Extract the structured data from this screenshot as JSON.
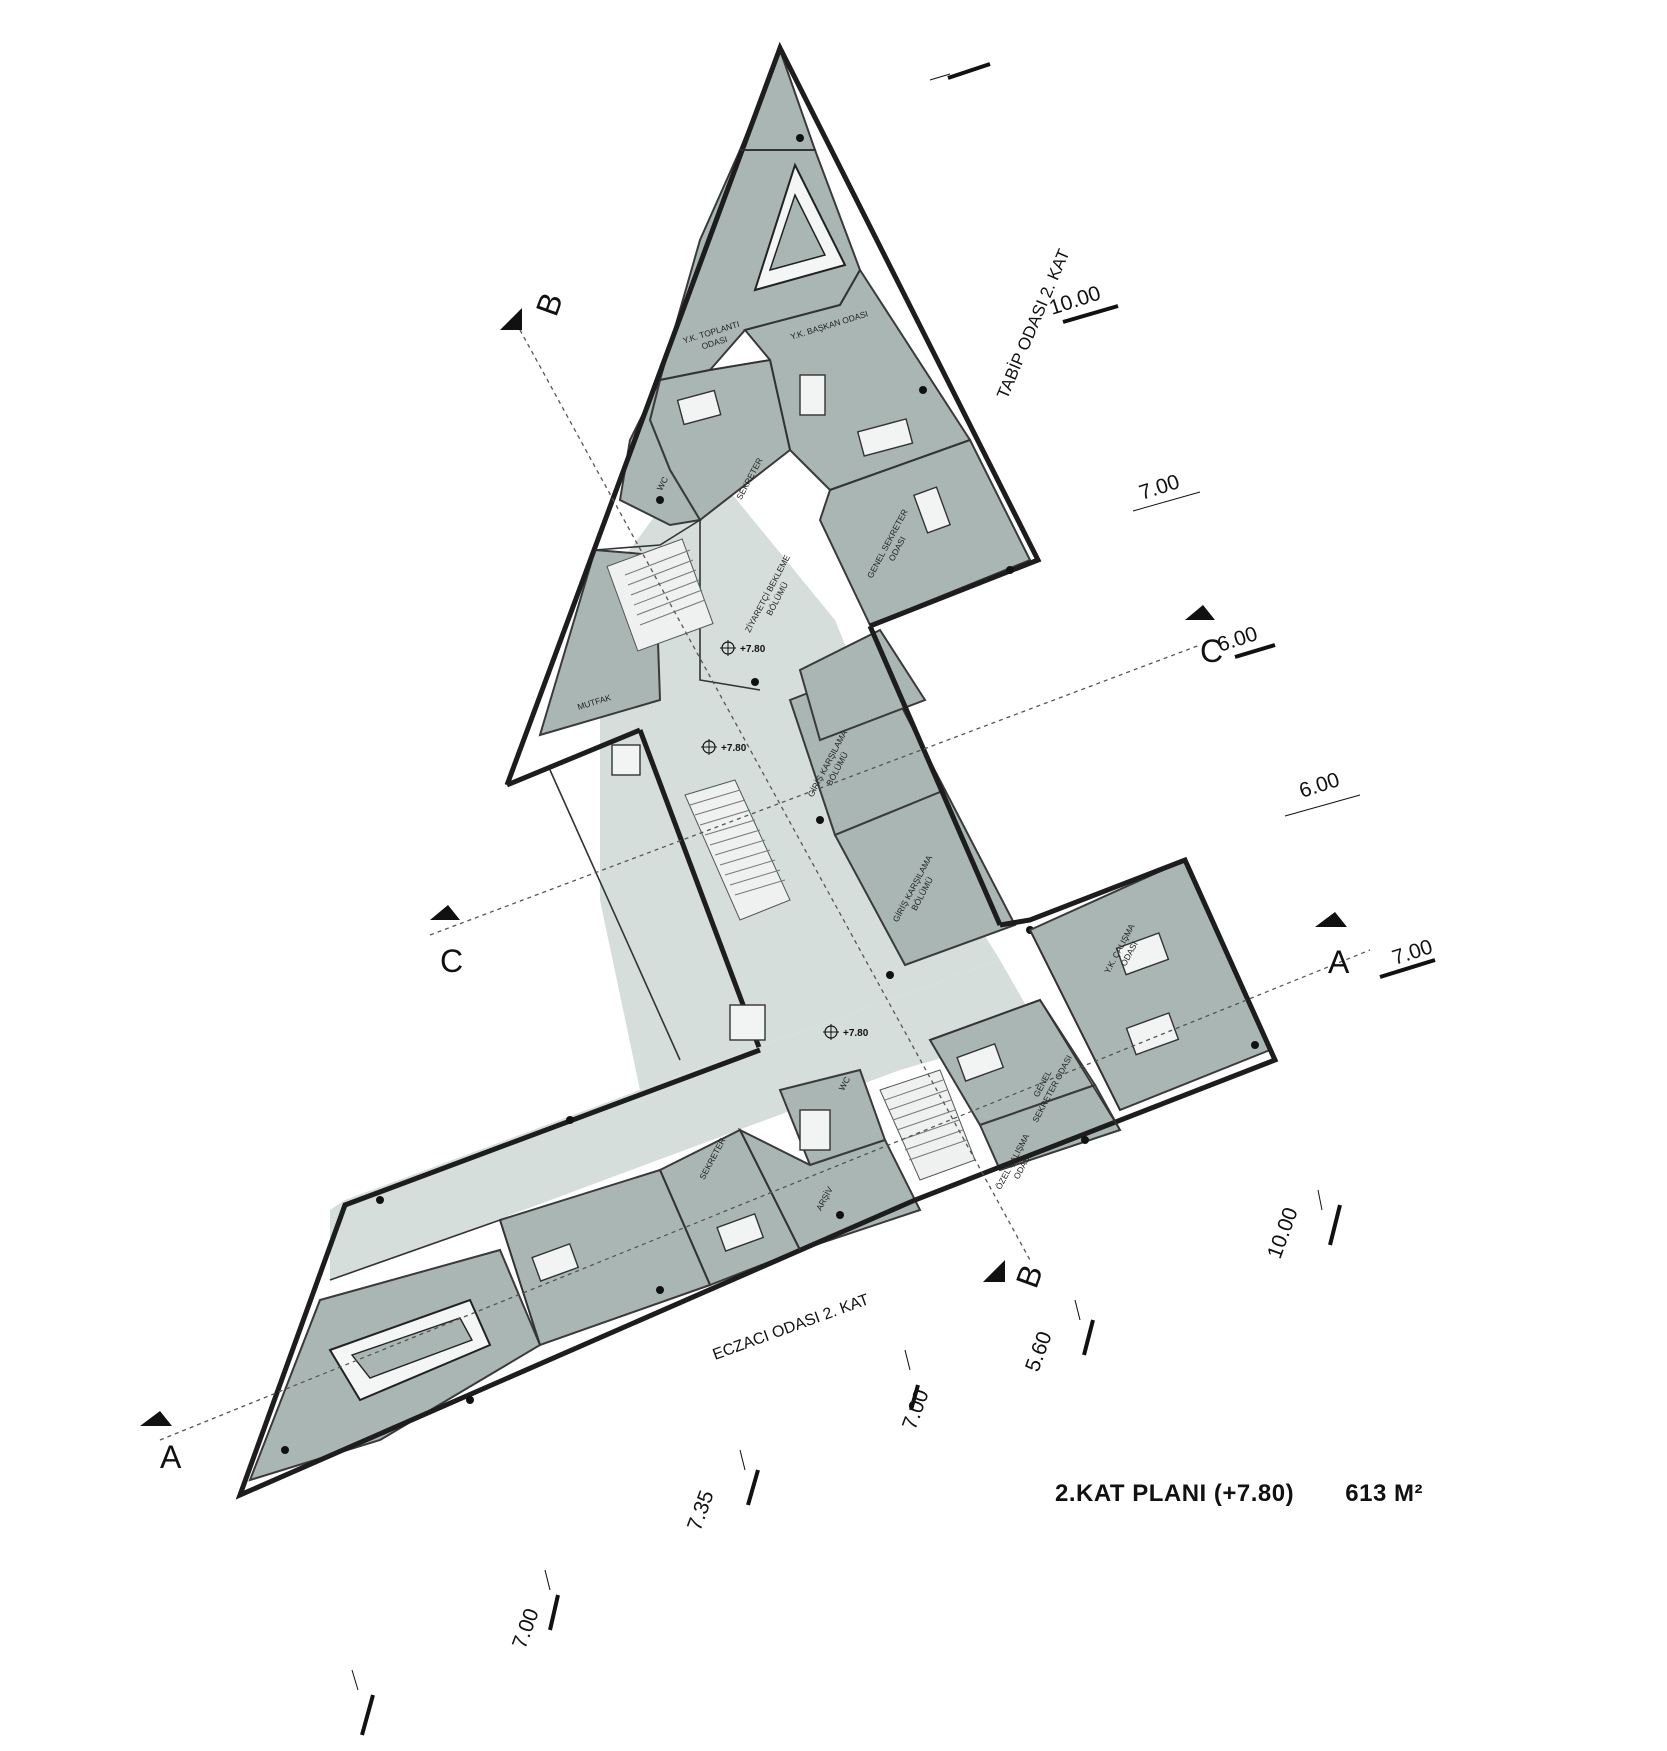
{
  "title": {
    "plan": "2.KAT PLANI (+7.80)",
    "area": "613 M²"
  },
  "rooms": {
    "yk_toplanti": [
      "Y.K. TOPLANTI",
      "ODASI"
    ],
    "yk_baskan": "Y.K. BAŞKAN ODASI",
    "sekreter_top": "SEKRETER",
    "wc_top": "WC",
    "genel_sekreter_top": [
      "GENEL SEKRETER",
      "ODASI"
    ],
    "ziyaretci": [
      "ZİYARETÇİ BEKLEME",
      "BÖLÜMÜ"
    ],
    "mutfak": "MUTFAK",
    "giris_1": [
      "GİRİŞ KARŞILAMA",
      "BÖLÜMÜ"
    ],
    "giris_2": [
      "GİRİŞ KARŞILAMA",
      "BÖLÜMÜ"
    ],
    "yk_calisma": [
      "Y.K. ÇALIŞMA",
      "ODASI"
    ],
    "genel_sekreter_bottom": [
      "GENEL",
      "SEKRETER ODASI"
    ],
    "ozel_calisma": [
      "ÖZEL ÇALIŞMA",
      "ODASI"
    ],
    "wc_bottom": "WC",
    "sekreter_bottom": "SEKRETER",
    "arsiv": "ARŞİV"
  },
  "wing_labels": {
    "tabip": "TABİP ODASI 2. KAT",
    "eczaci": "ECZACI ODASI 2. KAT"
  },
  "elevations": [
    "+7.80",
    "+7.80",
    "+7.80"
  ],
  "sections": {
    "b_top": "B",
    "b_bottom": "B",
    "c_left": "C",
    "c_right": "C",
    "a_left": "A",
    "a_right": "A"
  },
  "dimensions": {
    "right_10_top": "10.00",
    "right_7_top": "7.00",
    "right_6_a": "6.00",
    "right_6_b": "6.00",
    "right_7_mid": "7.00",
    "right_10_bottom": "10.00",
    "bottom_560": "5.60",
    "bottom_700_a": "7.00",
    "bottom_735": "7.35",
    "bottom_700_b": "7.00"
  }
}
